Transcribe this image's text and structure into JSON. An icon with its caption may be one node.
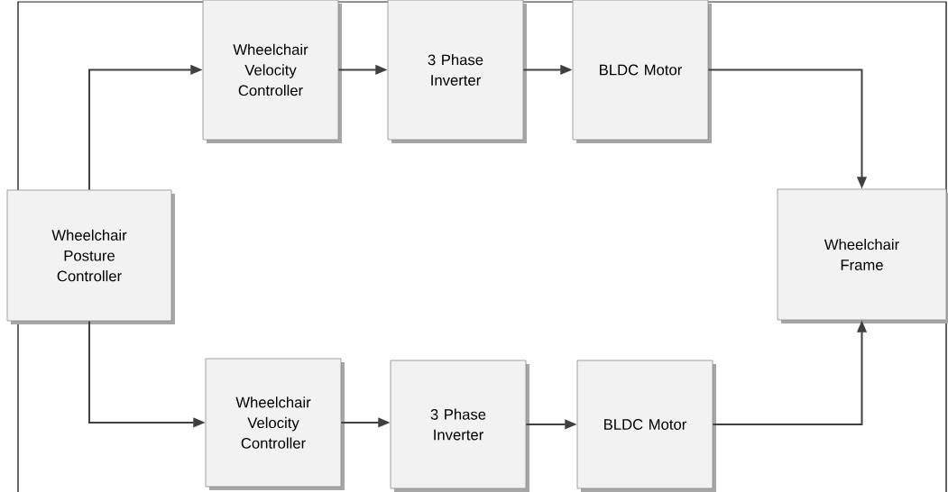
{
  "diagram": {
    "nodes": [
      {
        "text": [
          "Wheelchair Posture Controller"
        ]
      },
      {
        "text": [
          "Wheelchair Velocity Controller"
        ]
      },
      {
        "text": [
          "3 Phase Inverter"
        ]
      },
      {
        "text": [
          "BLDC Motor"
        ]
      },
      {
        "text": [
          "Wheelchair Frame"
        ]
      },
      {
        "text": [
          "Wheelchair Velocity Controller"
        ]
      },
      {
        "text": [
          "3 Phase Inverter"
        ]
      },
      {
        "text": [
          "BLDC Motor"
        ]
      }
    ],
    "edges": [
      {
        "from": 0,
        "to": 1,
        "arrow": "to"
      },
      {
        "from": 1,
        "to": 2,
        "arrow": "to"
      },
      {
        "from": 2,
        "to": 3,
        "arrow": "to"
      },
      {
        "from": 3,
        "to": 4,
        "arrow": "to"
      },
      {
        "from": 0,
        "to": 5,
        "arrow": "to"
      },
      {
        "from": 5,
        "to": 6,
        "arrow": "to"
      },
      {
        "from": 6,
        "to": 7,
        "arrow": "to"
      },
      {
        "from": 7,
        "to": 4,
        "arrow": "to"
      }
    ]
  }
}
